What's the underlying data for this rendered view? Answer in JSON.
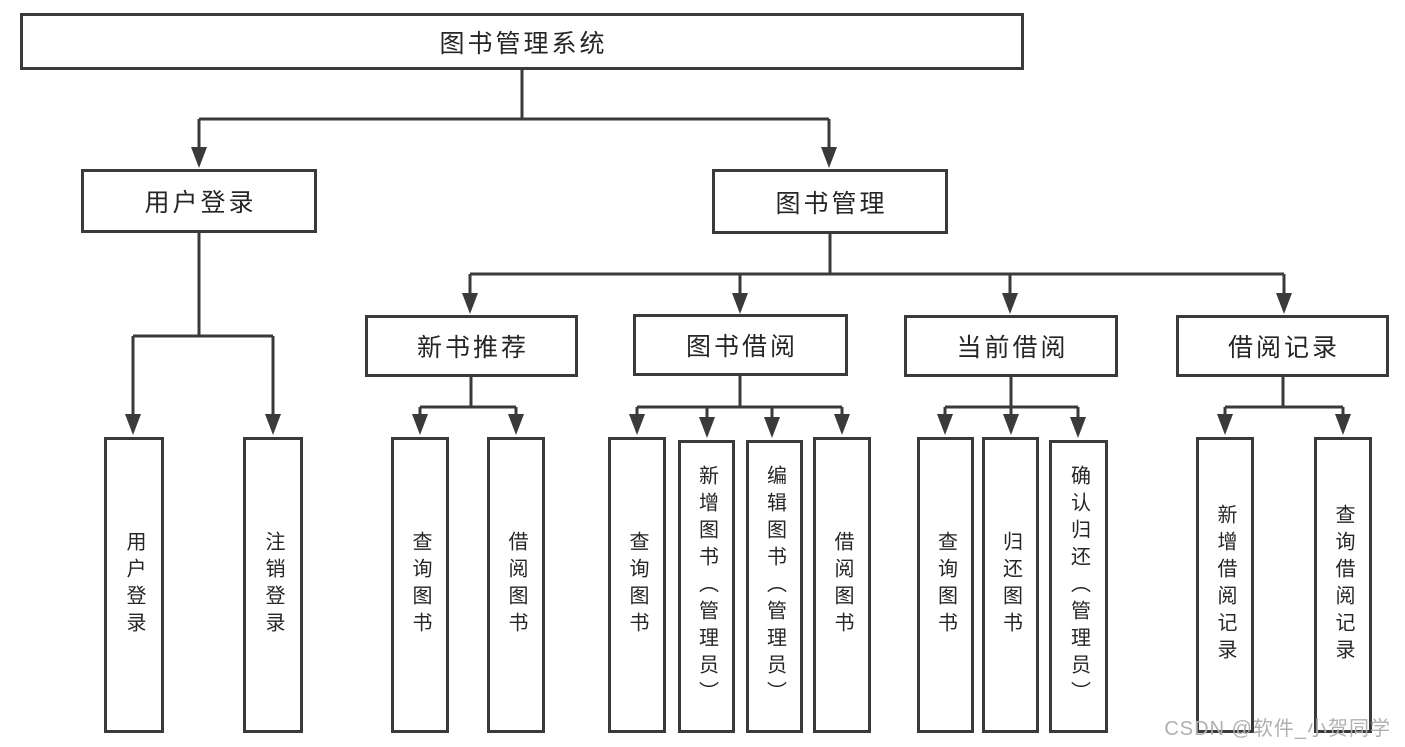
{
  "diagram": {
    "type": "hierarchy-tree",
    "watermark": "CSDN @软件_小贺同学",
    "colors": {
      "line": "#3a3a3a",
      "box_border": "#3a3a3a",
      "text": "#262626",
      "background": "#ffffff",
      "watermark": "#b0b0b0"
    }
  },
  "tree": {
    "label": "图书管理系统",
    "children": [
      {
        "label": "用户登录",
        "children": [
          {
            "label": "用户登录"
          },
          {
            "label": "注销登录"
          }
        ]
      },
      {
        "label": "图书管理",
        "children": [
          {
            "label": "新书推荐",
            "children": [
              {
                "label": "查询图书"
              },
              {
                "label": "借阅图书"
              }
            ]
          },
          {
            "label": "图书借阅",
            "children": [
              {
                "label": "查询图书"
              },
              {
                "label": "新增图书（管理员）"
              },
              {
                "label": "编辑图书（管理员）"
              },
              {
                "label": "借阅图书"
              }
            ]
          },
          {
            "label": "当前借阅",
            "children": [
              {
                "label": "查询图书"
              },
              {
                "label": "归还图书"
              },
              {
                "label": "确认归还（管理员）"
              }
            ]
          },
          {
            "label": "借阅记录",
            "children": [
              {
                "label": "新增借阅记录"
              },
              {
                "label": "查询借阅记录"
              }
            ]
          }
        ]
      }
    ]
  }
}
